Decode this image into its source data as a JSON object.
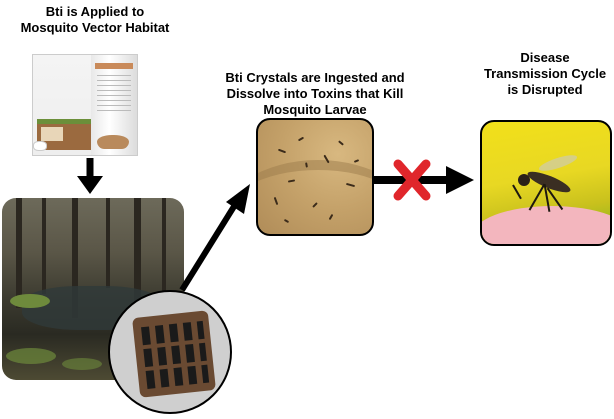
{
  "steps": [
    {
      "label": "Bti is Applied to Mosquito Vector Habitat"
    },
    {
      "label": "Bti Crystals are Ingested and Dissolve into Toxins that Kill Mosquito Larvae"
    },
    {
      "label": "Disease Transmission Cycle is Disrupted"
    }
  ],
  "icons": {
    "arrow": "arrow-icon",
    "cross": "red-x-icon"
  },
  "colors": {
    "arrow": "#000000",
    "cross": "#e0262b"
  }
}
